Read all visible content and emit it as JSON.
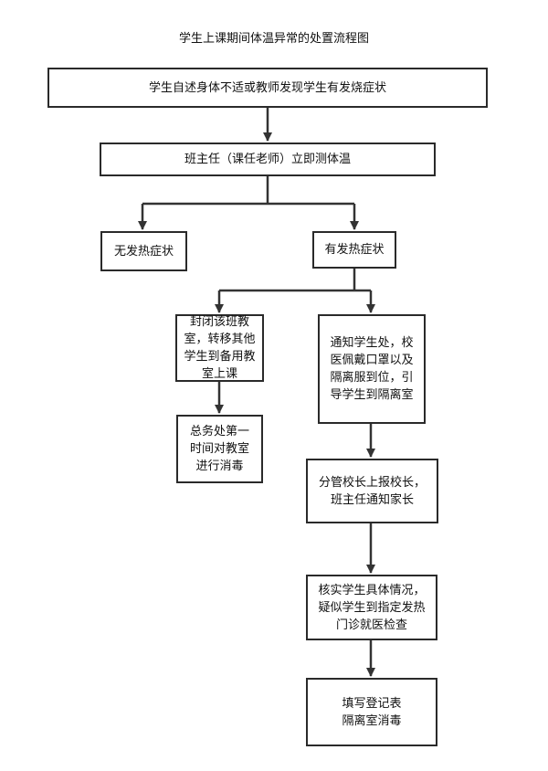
{
  "title": "学生上课期间体温异常的处置流程图",
  "nodes": {
    "report": "学生自述身体不适或教师发现学生有发烧症状",
    "measure": "班主任（课任老师）立即测体温",
    "no_fever": "无发热症状",
    "fever": "有发热症状",
    "close_room": "封闭该班教\n室，转移其他\n学生到备用教\n室上课",
    "disinfect_room": "总务处第一\n时间对教室\n进行消毒",
    "notify": "通知学生处，校\n医佩戴口罩以及\n隔离服到位，引\n导学生到隔离室",
    "report_principal": "分管校长上报校长，\n班主任通知家长",
    "verify": "核实学生具体情况，\n疑似学生到指定发热\n门诊就医检查",
    "register": "填写登记表\n隔离室消毒"
  }
}
